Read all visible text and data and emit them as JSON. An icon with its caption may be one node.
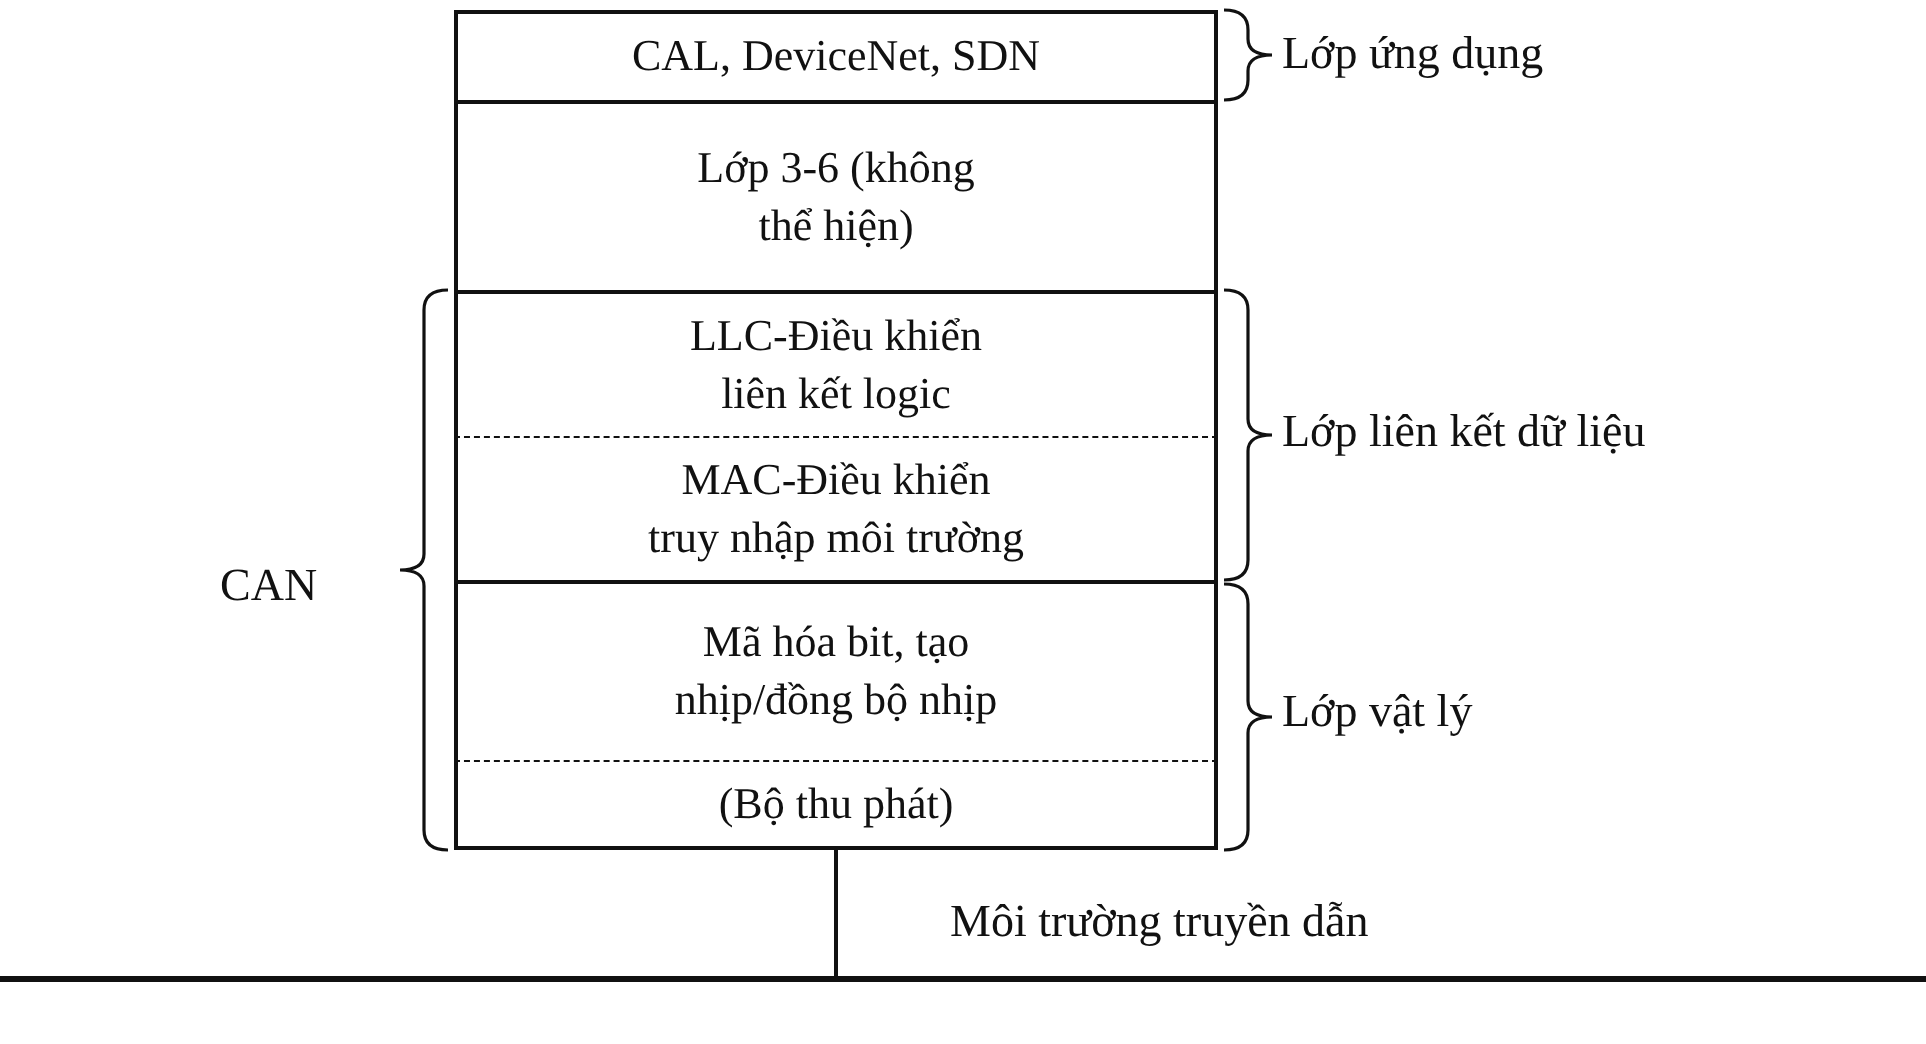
{
  "diagram": {
    "nodes": [
      {
        "text": [
          "CAL, DeviceNet, SDN"
        ]
      },
      {
        "text": [
          "Lớp 3-6 (không thể hiện)"
        ]
      },
      {
        "text": [
          "LLC-Điều khiển liên kết logic"
        ]
      },
      {
        "text": [
          "MAC-Điều khiển truy nhập môi trường"
        ]
      },
      {
        "text": [
          "Mã hóa bit, tạo nhịp/đồng bộ nhịp"
        ]
      },
      {
        "text": [
          "(Bộ thu phát)"
        ]
      },
      {
        "text": [],
        "shape": "bar",
        "beside": [
          "Môi trường truyền dẫn"
        ]
      }
    ],
    "edges": [
      {
        "from": 5,
        "to": 6,
        "arrow": "none"
      }
    ],
    "labels": [
      "Lớp ứng dụng",
      "Lớp liên kết dữ liệu",
      "CAN",
      "Lớp vật lý"
    ]
  }
}
